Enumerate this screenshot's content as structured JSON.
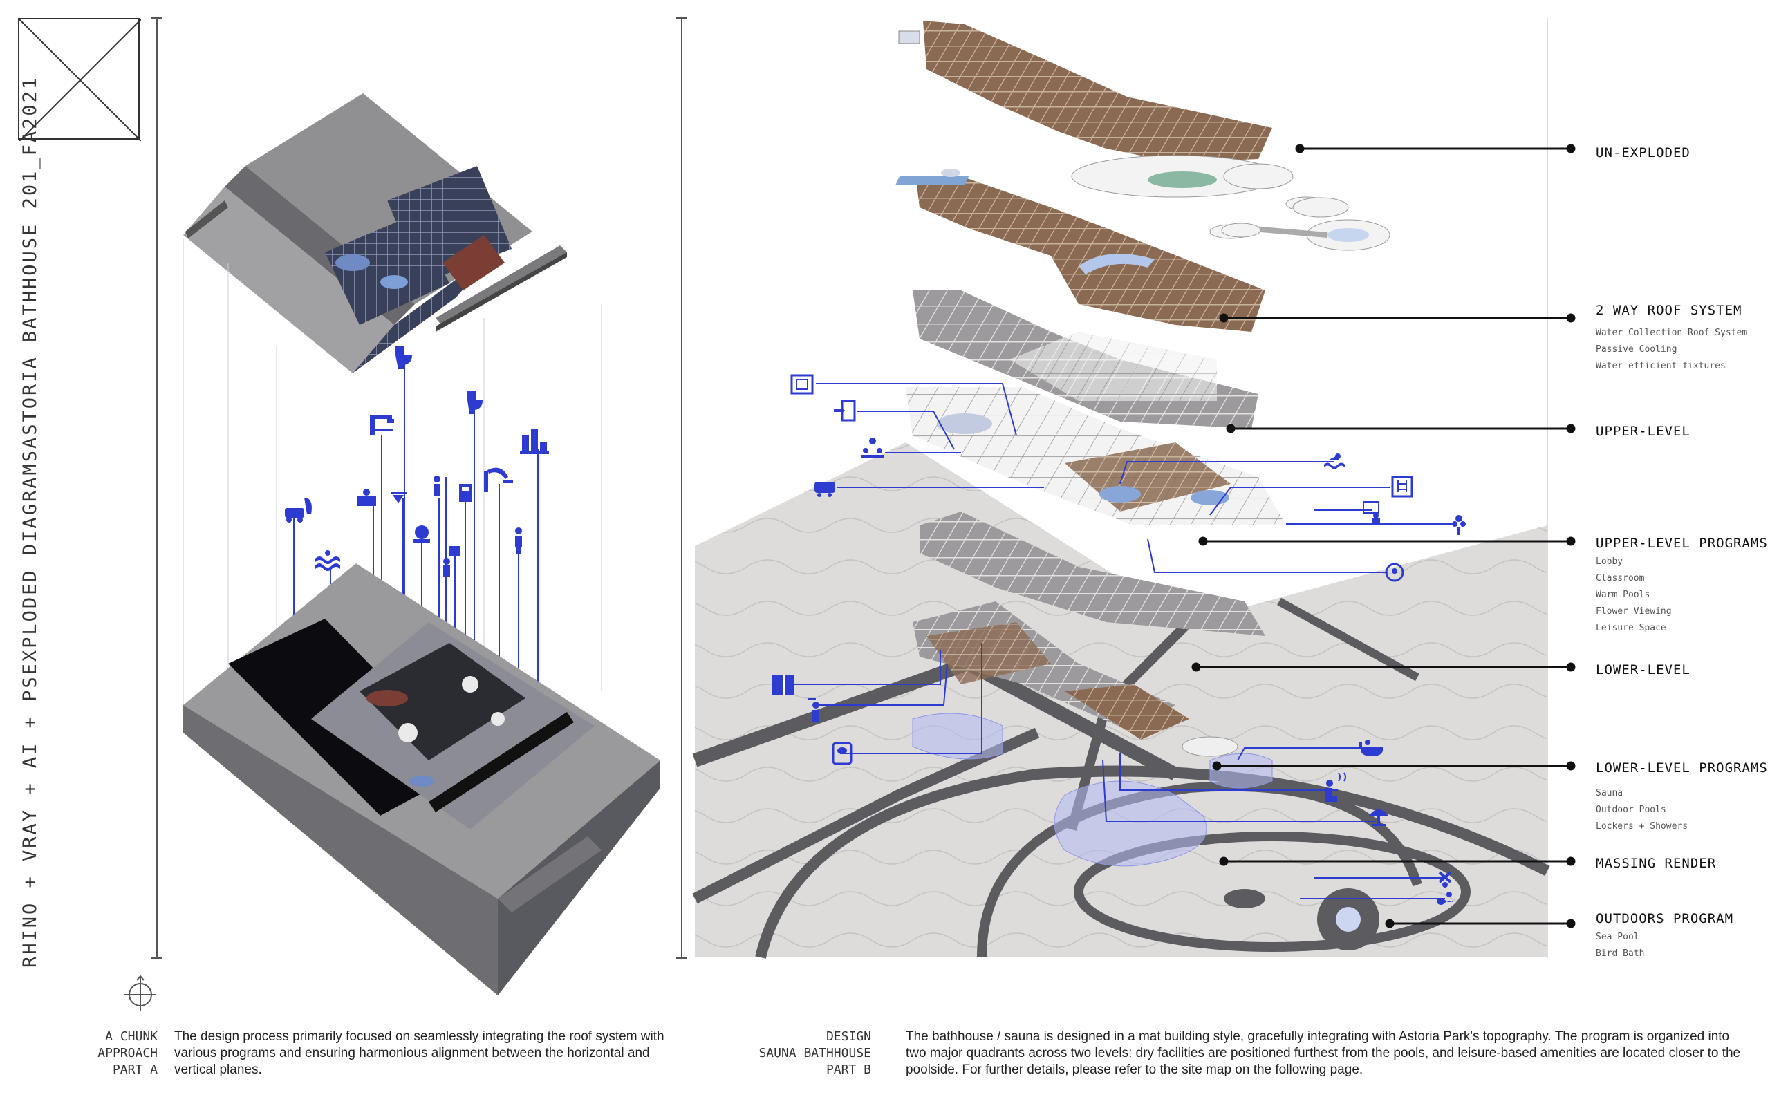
{
  "side_title": {
    "software": "RHINO + VRAY + AI + PS",
    "section": "EXPLODED DIAGRAMS",
    "project": "ASTORIA BATHHOUSE  201_FA2021"
  },
  "layers": [
    {
      "title": "UN-EXPLODED",
      "subs": []
    },
    {
      "title": "2 WAY ROOF SYSTEM",
      "subs": [
        "Water Collection Roof System",
        "Passive Cooling",
        "Water-efficient fixtures"
      ]
    },
    {
      "title": "UPPER-LEVEL",
      "subs": []
    },
    {
      "title": "UPPER-LEVEL PROGRAMS",
      "subs": [
        "Lobby",
        "Classroom",
        "Warm Pools",
        "Flower Viewing",
        "Leisure Space"
      ]
    },
    {
      "title": "LOWER-LEVEL",
      "subs": []
    },
    {
      "title": "LOWER-LEVEL PROGRAMS",
      "subs": [
        "Sauna",
        "Outdoor Pools",
        "Lockers + Showers"
      ]
    },
    {
      "title": "MASSING RENDER",
      "subs": []
    },
    {
      "title": "OUTDOORS PROGRAM",
      "subs": [
        "Sea Pool",
        "Bird Bath"
      ]
    }
  ],
  "captions": {
    "part_a": {
      "label": [
        "A CHUNK",
        "APPROACH",
        "PART A"
      ],
      "text": "The design process primarily focused on seamlessly integrating the roof system with various programs and ensuring harmonious alignment between the horizontal and vertical planes."
    },
    "part_b": {
      "label": [
        "DESIGN",
        "SAUNA BATHHOUSE",
        "PART B"
      ],
      "text": "The bathhouse / sauna is designed in a mat building style, gracefully integrating with Astoria Park's topography. The program is organized into two major quadrants across two levels: dry facilities are positioned furthest from the pools, and leisure-based amenities are located closer to the poolside. For further details, please refer to the site map on the following page."
    }
  },
  "colors": {
    "accent": "#2d3bd1",
    "leader": "#111111",
    "site": "#dedcda",
    "path": "#5b5b60",
    "wood": "#7a5c47",
    "box_dark": "#4a4a52"
  },
  "icons": [
    "toilet-icon",
    "shower-icon",
    "pool-icon",
    "sauna-icon",
    "locker-icon",
    "bus-icon",
    "door-icon",
    "classroom-icon",
    "swimmer-icon",
    "flower-icon",
    "city-icon"
  ]
}
